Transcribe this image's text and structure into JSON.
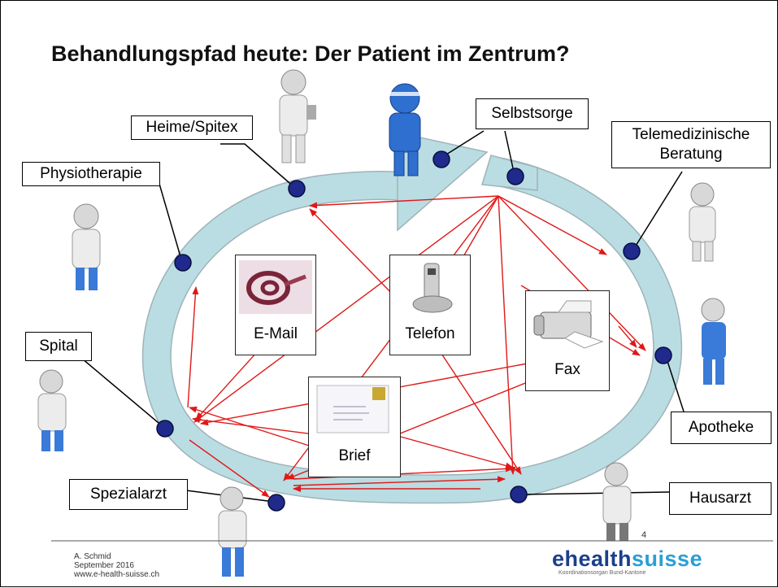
{
  "title": "Behandlungspfad heute: Der Patient im Zentrum?",
  "callouts": {
    "heime": "Heime/Spitex",
    "physio": "Physiotherapie",
    "selbstsorge": "Selbstsorge",
    "telemed_line1": "Telemedizinische",
    "telemed_line2": "Beratung",
    "spital": "Spital",
    "apotheke": "Apotheke",
    "spezialarzt": "Spezialarzt",
    "hausarzt": "Hausarzt"
  },
  "media": {
    "email": "E-Mail",
    "telefon": "Telefon",
    "fax": "Fax",
    "brief": "Brief"
  },
  "footer": {
    "author": "A. Schmid",
    "date": "September 2016",
    "url": "www.e-health-suisse.ch",
    "page": "4"
  },
  "logo": {
    "part1": "ehealth",
    "part2": "suisse",
    "tagline": "Koordinationsorgan Bund-Kantone"
  },
  "colors": {
    "ring_fill": "#b9dde2",
    "node": "#1f2a8c",
    "arrow": "#e01818",
    "logo_dark": "#1b3f8c",
    "logo_light": "#2a9fd6"
  }
}
